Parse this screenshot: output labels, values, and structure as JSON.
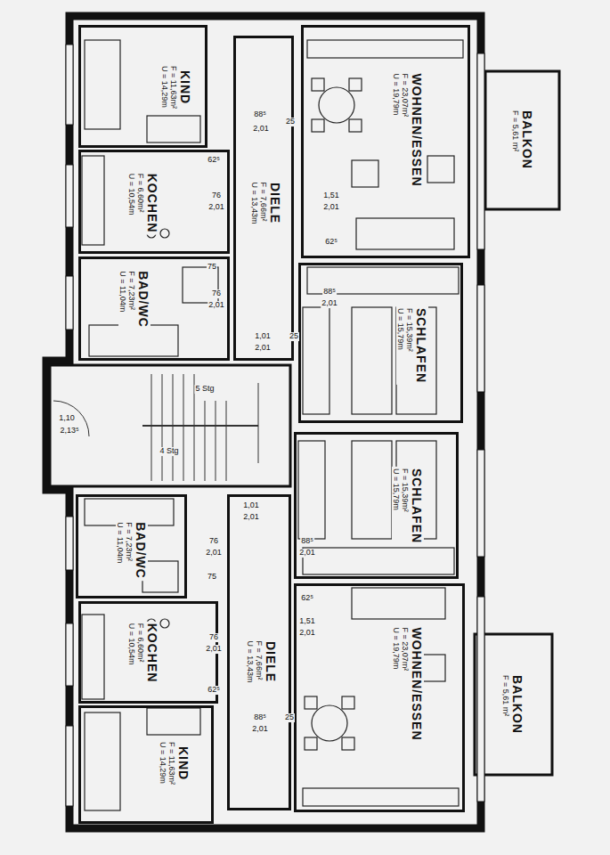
{
  "diagram": {
    "nodes": [
      {
        "text": [
          "KIND",
          "F = 11,63m²",
          "U = 14,29m"
        ]
      },
      {
        "text": [
          "WOHNEN/ESSEN",
          "F = 23,07m²",
          "U = 19,79m"
        ]
      },
      {
        "text": [
          "BALKON",
          "F = 5,61 m²"
        ]
      },
      {
        "text": [
          "KOCHEN",
          "F = 6,60m²",
          "U = 10,54m"
        ]
      },
      {
        "text": [
          "DIELE",
          "F = 7,66m²",
          "U = 13,43m"
        ]
      },
      {
        "text": [
          "BAD/WC",
          "F = 7,23m²",
          "U = 11,04m"
        ]
      },
      {
        "text": [
          "SCHLAFEN",
          "F = 15,39m²",
          "U = 15,79m"
        ]
      },
      {
        "text": [
          "SCHLAFEN",
          "F = 15,39m²",
          "U = 15,79m"
        ]
      },
      {
        "text": [
          "BAD/WC",
          "F = 7,23m²",
          "U = 11,04m"
        ]
      },
      {
        "text": [
          "DIELE",
          "F = 7,66m²",
          "U = 13,43m"
        ]
      },
      {
        "text": [
          "WOHNEN/ESSEN",
          "F = 23,07m²",
          "U = 19,79m"
        ]
      },
      {
        "text": [
          "KOCHEN",
          "F = 6,60m²",
          "U = 10,54m"
        ]
      },
      {
        "text": [
          "BALKON",
          "F = 5,61 m²"
        ]
      },
      {
        "text": [
          "KIND",
          "F = 11,63m²",
          "U = 14,29m"
        ]
      }
    ],
    "labels": [
      "88⁵",
      "2,01",
      "25",
      "1,51",
      "2,01",
      "62⁵",
      "88⁵",
      "2,01",
      "62⁵",
      "76",
      "2,01",
      "75",
      "76",
      "2,01",
      "1,01",
      "2,01",
      "25",
      "5 Stg",
      "4 Stg",
      "1,10",
      "2,13⁵",
      "1,01",
      "2,01",
      "76",
      "2,01",
      "75",
      "88⁵",
      "2,01",
      "1,51",
      "2,01",
      "62⁵",
      "76",
      "2,01",
      "62⁵",
      "88⁵",
      "2,01",
      "25"
    ]
  }
}
